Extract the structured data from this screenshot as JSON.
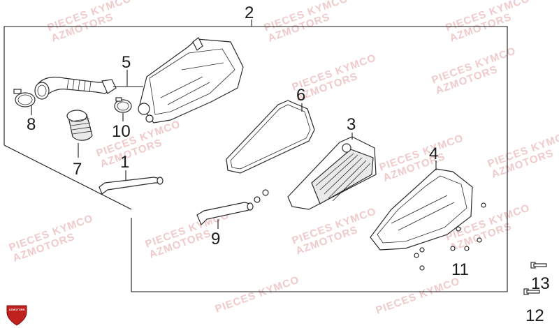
{
  "callouts": {
    "c1": "1",
    "c2": "2",
    "c3": "3",
    "c4": "4",
    "c5": "5",
    "c6": "6",
    "c7": "7",
    "c8": "8",
    "c9": "9",
    "c10": "10",
    "c11": "11",
    "c12": "12",
    "c13": "13"
  },
  "watermark": {
    "line1": "PIECES KYMCO",
    "line2": "AZMOTORS"
  },
  "logo": {
    "text": "AZMOTORS",
    "color": "#c0201e"
  }
}
